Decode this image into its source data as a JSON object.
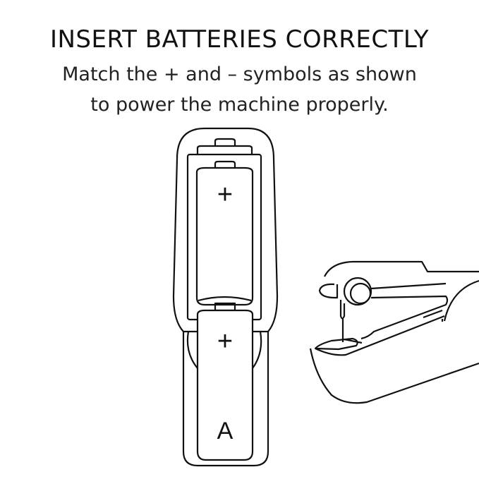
{
  "heading": "INSERT BATTERIES CORRECTLY",
  "subtitle_line1": "Match the + and – symbols as shown",
  "subtitle_line2": "to power the machine properly.",
  "battery_upper_symbol": "+",
  "battery_lower_symbol": "+",
  "battery_lower_label": "A"
}
